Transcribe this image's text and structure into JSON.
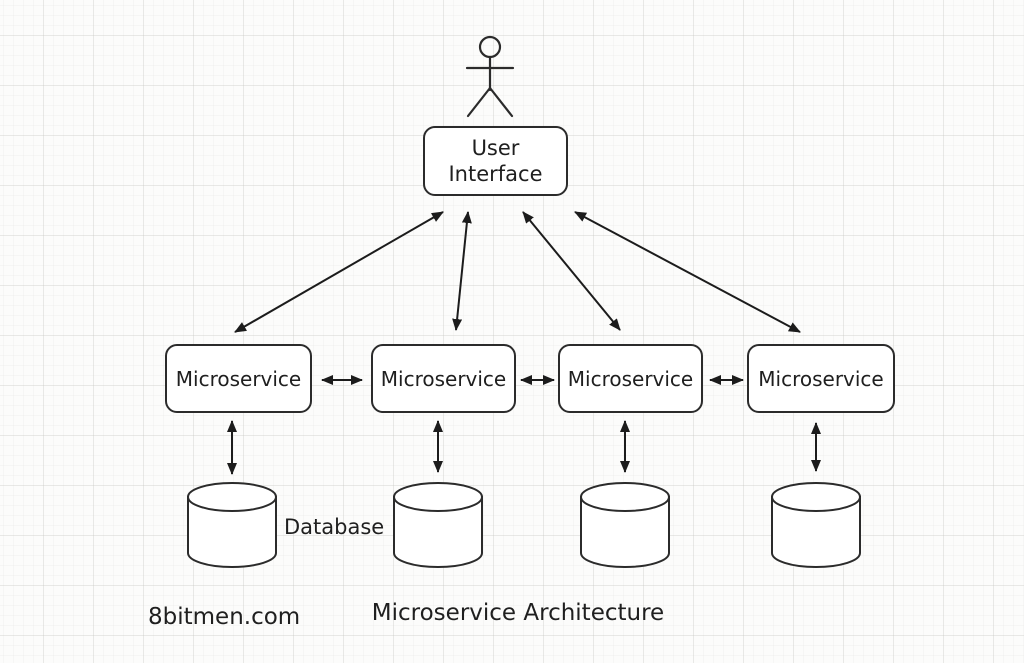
{
  "diagram": {
    "caption": "Microservice Architecture",
    "watermark": "8bitmen.com",
    "actor_icon": "user-stick-figure-icon",
    "ui_box": {
      "line1": "User",
      "line2": "Interface"
    },
    "microservices": [
      "Microservice",
      "Microservice",
      "Microservice",
      "Microservice"
    ],
    "database_label": "Database",
    "database_icon": "database-cylinder-icon",
    "arrow_style": "double-headed",
    "colors": {
      "stroke": "#2b2b2b",
      "arrow": "#1c1c1c",
      "text": "#1f1f1f",
      "background": "#fcfcfb",
      "grid": "#e9e9e5",
      "node_fill": "#ffffff"
    }
  }
}
